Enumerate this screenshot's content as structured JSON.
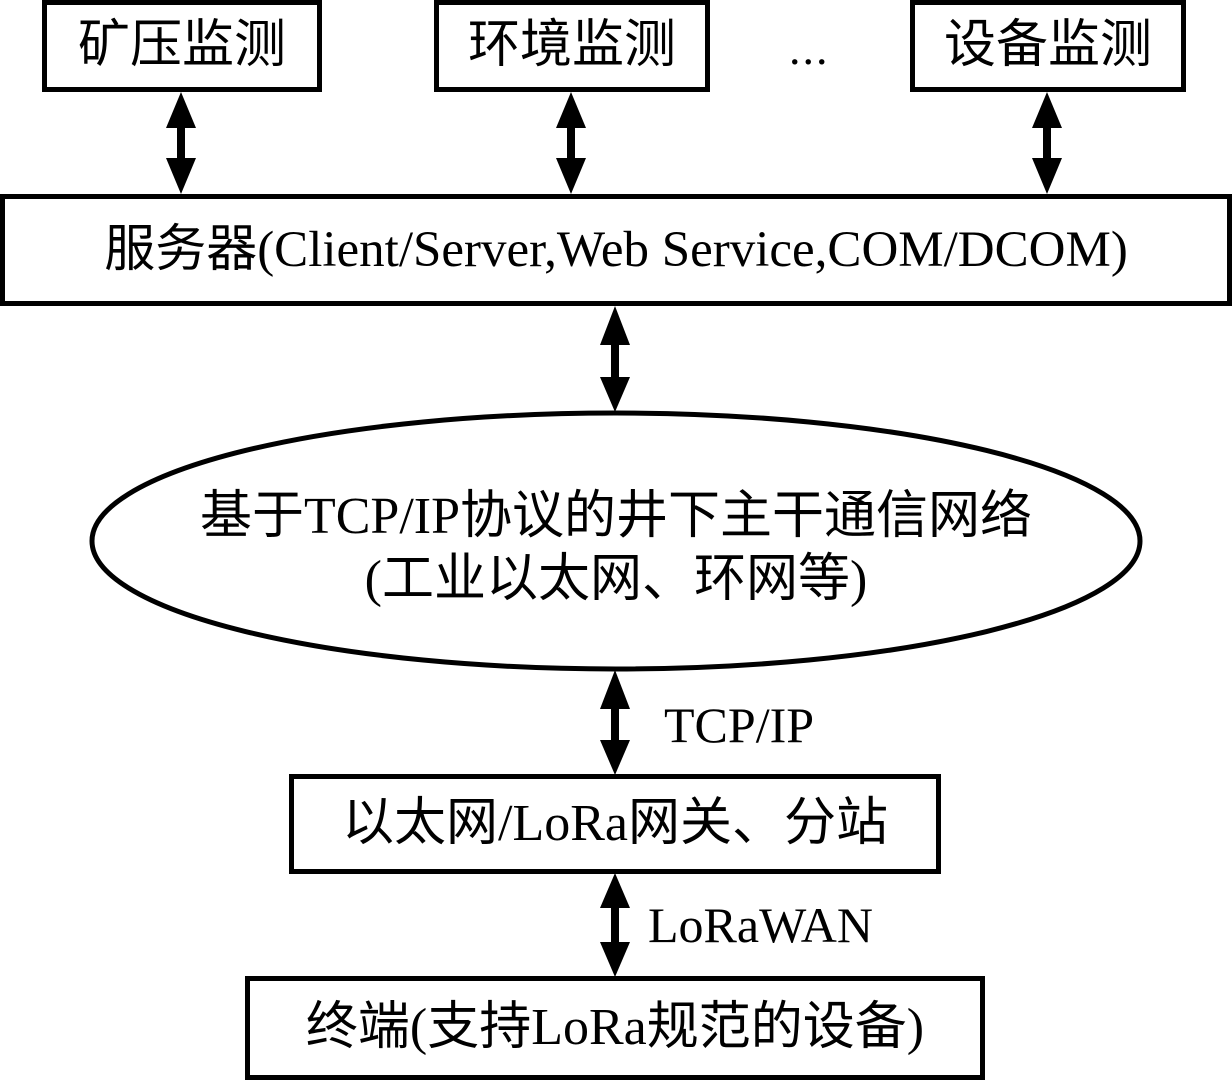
{
  "top_nodes": {
    "mine_pressure": "矿压监测",
    "environment": "环境监测",
    "ellipsis": "...",
    "equipment": "设备监测"
  },
  "server": {
    "label": "服务器(Client/Server,Web Service,COM/DCOM)"
  },
  "backbone": {
    "line1": "基于TCP/IP协议的井下主干通信网络",
    "line2": "(工业以太网、环网等)"
  },
  "links": {
    "backbone_to_gateway": "TCP/IP",
    "gateway_to_terminal": "LoRaWAN"
  },
  "gateway": {
    "label": "以太网/LoRa网关、分站"
  },
  "terminal": {
    "label": "终端(支持LoRa规范的设备)"
  },
  "colors": {
    "stroke": "#000000",
    "background": "#ffffff"
  }
}
